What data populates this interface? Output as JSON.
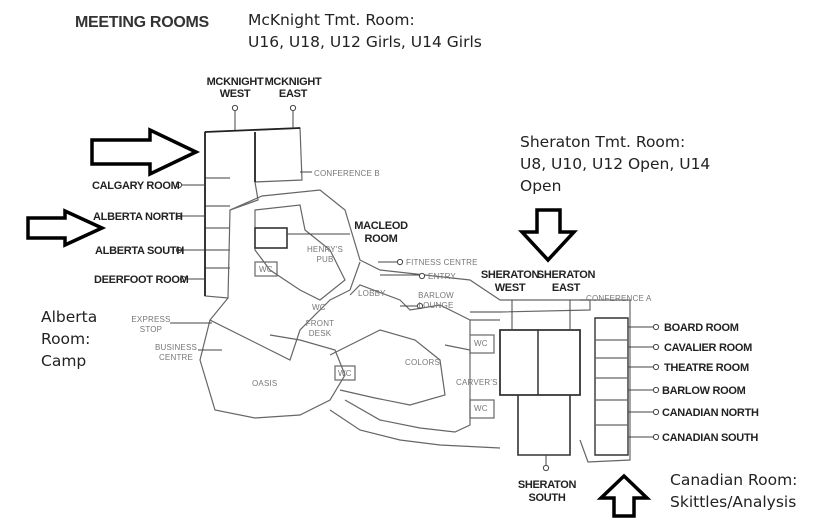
{
  "header": {
    "title": "MEETING ROOMS"
  },
  "notes": {
    "mcknight": "McKnight Tmt. Room:\nU16, U18, U12 Girls, U14 Girls",
    "sheraton": "Sheraton Tmt. Room:\nU8, U10, U12 Open, U14\nOpen",
    "alberta": "Alberta\nRoom:\nCamp",
    "canadian": "Canadian Room:\nSkittles/Analysis"
  },
  "rooms": {
    "mcknight_west": "MCKNIGHT\nWEST",
    "mcknight_east": "MCKNIGHT\nEAST",
    "calgary": "CALGARY ROOM",
    "alberta_north": "ALBERTA NORTH",
    "alberta_south": "ALBERTA SOUTH",
    "deerfoot": "DEERFOOT ROOM",
    "macleod": "MACLEOD\nROOM",
    "sheraton_west": "SHERATON\nWEST",
    "sheraton_east": "SHERATON\nEAST",
    "sheraton_south": "SHERATON\nSOUTH",
    "board": "BOARD ROOM",
    "cavalier": "CAVALIER ROOM",
    "theatre": "THEATRE ROOM",
    "barlow_room": "BARLOW ROOM",
    "canadian_north": "CANADIAN NORTH",
    "canadian_south": "CANADIAN SOUTH"
  },
  "areas": {
    "conference_b": "CONFERENCE B",
    "conference_a": "CONFERENCE A",
    "henrys_pub": "HENRY'S\nPUB",
    "fitness": "FITNESS CENTRE",
    "entry": "ENTRY",
    "barlow_lounge": "BARLOW\nLOUNGE",
    "lobby": "LOBBY",
    "front_desk": "FRONT\nDESK",
    "express_stop": "EXPRESS\nSTOP",
    "business_centre": "BUSINESS\nCENTRE",
    "oasis": "OASIS",
    "colors": "COLORS",
    "carvers": "CARVER'S",
    "wc": "WC"
  }
}
